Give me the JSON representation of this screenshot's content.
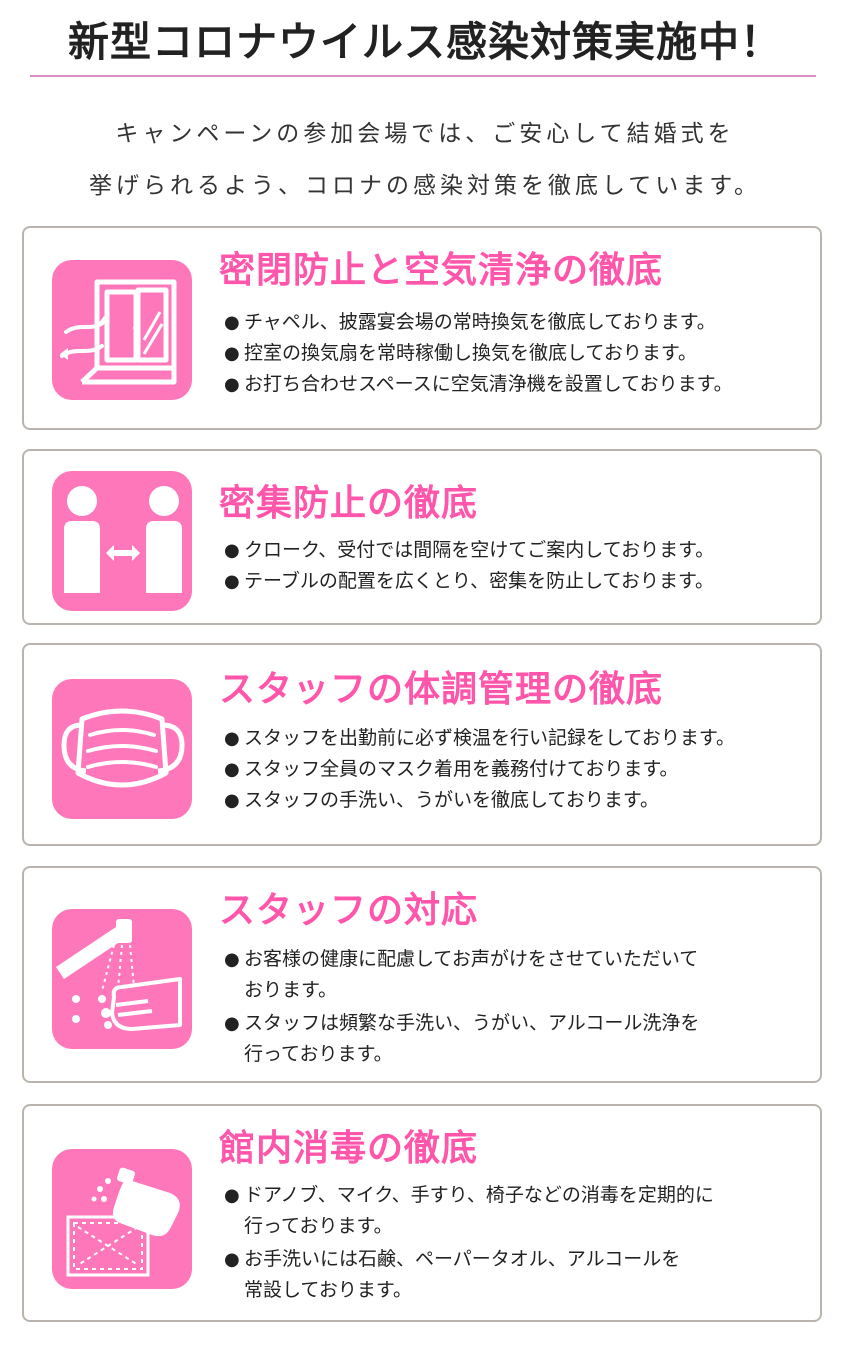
{
  "header": {
    "title": "新型コロナウイルス感染対策実施中！",
    "intro_line1": "キャンペーンの参加会場では、ご安心して結婚式を",
    "intro_line2": "挙げられるよう、コロナの感染対策を徹底しています。"
  },
  "sections": [
    {
      "title": "密閉防止と空気清浄の徹底",
      "icon": "window-ventilation-icon",
      "items": [
        "チャペル、披露宴会場の常時換気を徹底しております。",
        "控室の換気扇を常時稼働し換気を徹底しております。",
        "お打ち合わせスペースに空気清浄機を設置しております。"
      ]
    },
    {
      "title": "密集防止の徹底",
      "icon": "social-distance-icon",
      "items": [
        "クローク、受付では間隔を空けてご案内しております。",
        "テーブルの配置を広くとり、密集を防止しております。"
      ]
    },
    {
      "title": "スタッフの体調管理の徹底",
      "icon": "face-mask-icon",
      "items": [
        "スタッフを出勤前に必ず検温を行い記録をしております。",
        "スタッフ全員のマスク着用を義務付けております。",
        "スタッフの手洗い、うがいを徹底しております。"
      ]
    },
    {
      "title": "スタッフの対応",
      "icon": "hand-washing-icon",
      "items": [
        "お客様の健康に配慮してお声がけをさせていただいて\nおります。",
        "スタッフは頻繁な手洗い、うがい、アルコール洗浄を\n行っております。"
      ]
    },
    {
      "title": "館内消毒の徹底",
      "icon": "disinfectant-spray-icon",
      "items": [
        "ドアノブ、マイク、手すり、椅子などの消毒を定期的に\n行っております。",
        "お手洗いには石鹸、ペーパータオル、アルコールを\n常設しております。"
      ]
    }
  ],
  "colors": {
    "accent_pink": "#ff55aa",
    "icon_bg": "#ff77bb",
    "rule": "#d98ec0",
    "card_border": "#b9b4ae"
  }
}
